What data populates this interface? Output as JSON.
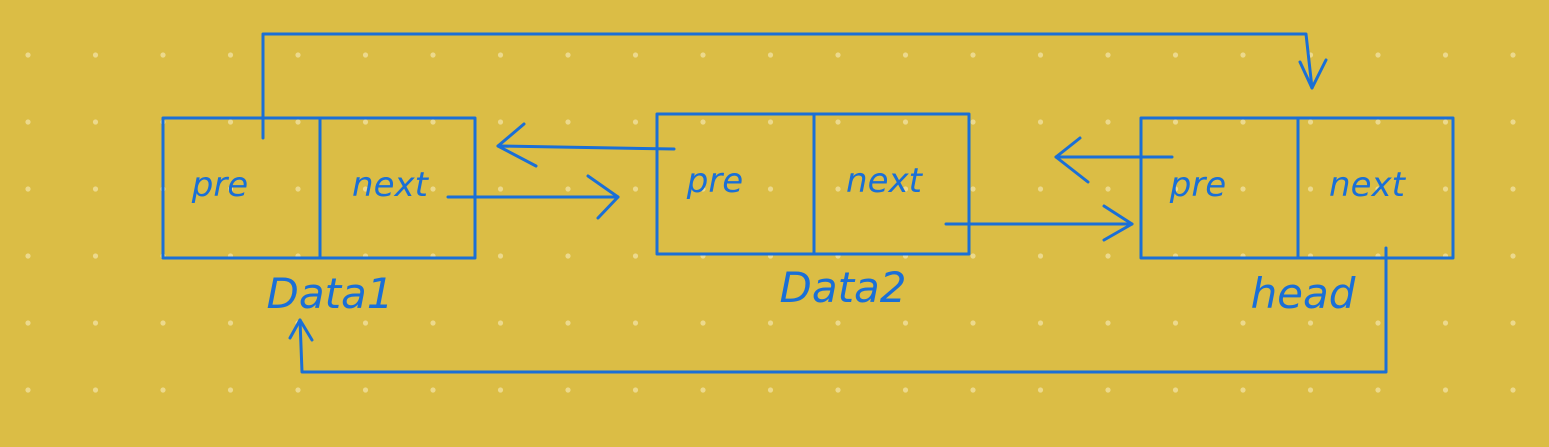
{
  "colors": {
    "background": "#dbbd45",
    "stroke": "#1a6fd6",
    "dots": "#ecd98c"
  },
  "nodes": [
    {
      "id": "data1",
      "fields": [
        "pre",
        "next"
      ],
      "label": "Data1"
    },
    {
      "id": "data2",
      "fields": [
        "pre",
        "next"
      ],
      "label": "Data2"
    },
    {
      "id": "head",
      "fields": [
        "pre",
        "next"
      ],
      "label": "head"
    }
  ],
  "edges": [
    {
      "from": "data1.next",
      "to": "data2",
      "kind": "next"
    },
    {
      "from": "data2.pre",
      "to": "data1",
      "kind": "pre"
    },
    {
      "from": "data2.next",
      "to": "head",
      "kind": "next"
    },
    {
      "from": "head.pre",
      "to": "data2",
      "kind": "pre"
    },
    {
      "from": "data1.pre",
      "to": "head",
      "kind": "pre"
    },
    {
      "from": "head.next",
      "to": "data1",
      "kind": "next"
    }
  ]
}
